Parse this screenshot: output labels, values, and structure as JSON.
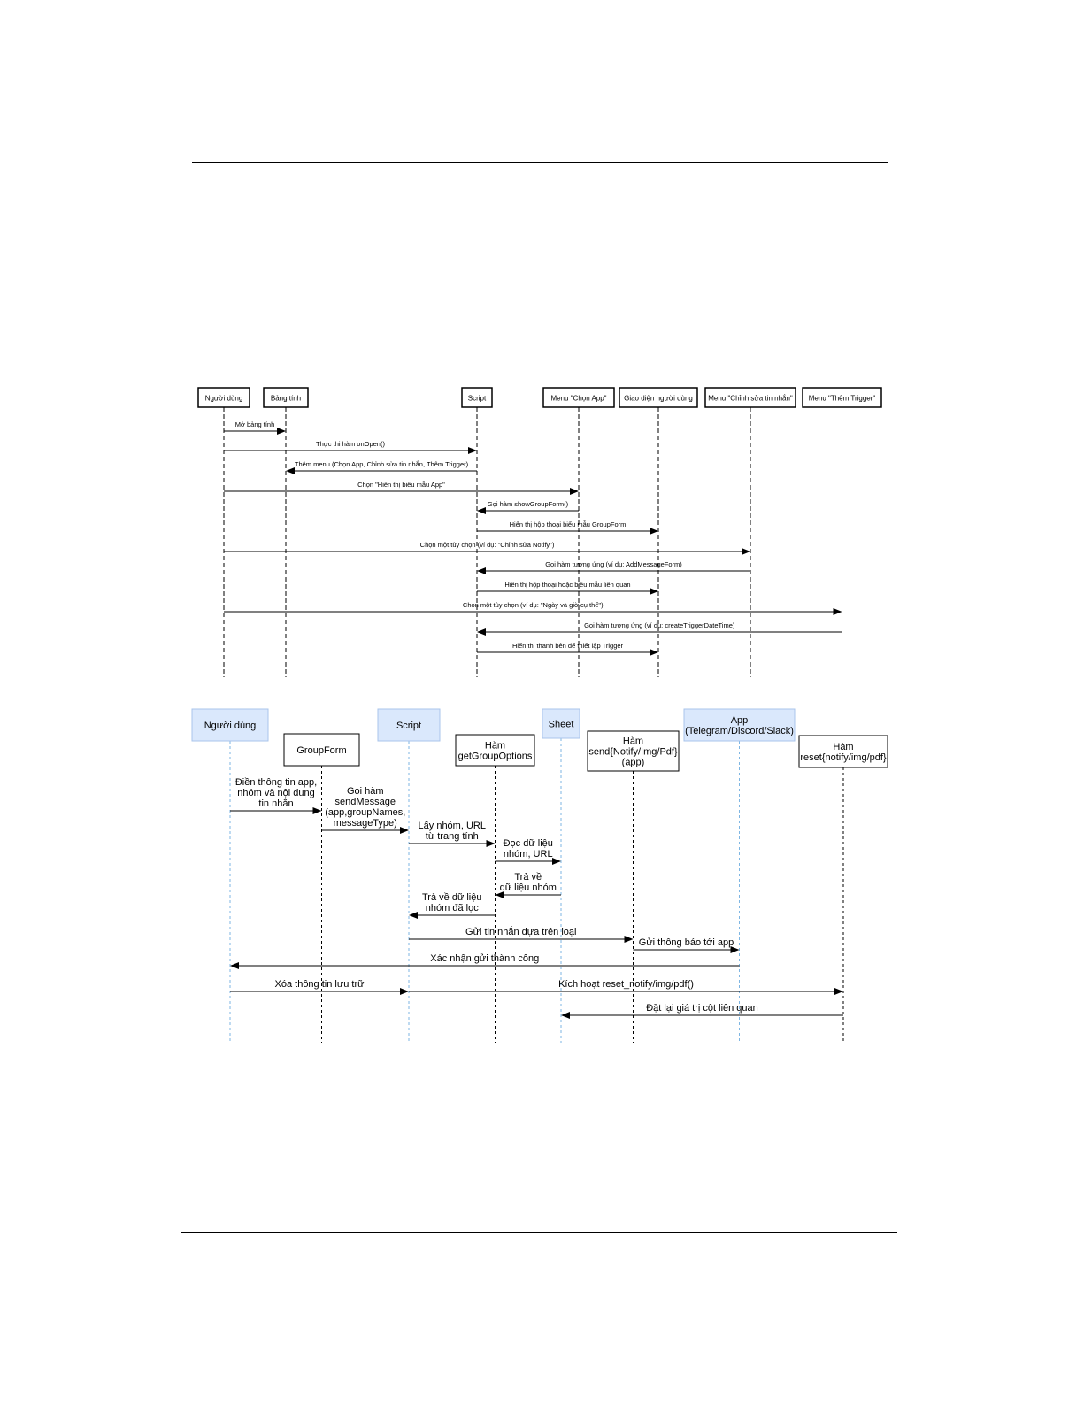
{
  "colors": {
    "actor_highlight": "#dae8fc",
    "actor_highlight_border": "#a9c4eb",
    "lifeline_highlight": "#7eb6e3",
    "line": "#000000"
  },
  "diagram1": {
    "participants": [
      {
        "id": "user",
        "label": "Người dùng"
      },
      {
        "id": "sheet",
        "label": "Bảng tính"
      },
      {
        "id": "script",
        "label": "Script"
      },
      {
        "id": "menu_app",
        "label": "Menu \"Chọn App\""
      },
      {
        "id": "ui",
        "label": "Giao diện người dùng"
      },
      {
        "id": "menu_edit",
        "label": "Menu \"Chỉnh sửa tin nhắn\""
      },
      {
        "id": "menu_trigger",
        "label": "Menu \"Thêm Trigger\""
      }
    ],
    "messages": [
      {
        "from": "user",
        "to": "sheet",
        "label": "Mở bảng tính"
      },
      {
        "from": "user",
        "to": "script",
        "label": "Thực thi hàm onOpen()"
      },
      {
        "from": "script",
        "to": "sheet",
        "label": "Thêm menu (Chọn App, Chỉnh sửa tin nhắn, Thêm Trigger)"
      },
      {
        "from": "user",
        "to": "menu_app",
        "label": "Chọn \"Hiển thị biểu mẫu App\""
      },
      {
        "from": "menu_app",
        "to": "script",
        "label": "Gọi hàm showGroupForm()"
      },
      {
        "from": "script",
        "to": "ui",
        "label": "Hiển thị hộp thoại biểu mẫu GroupForm"
      },
      {
        "from": "user",
        "to": "menu_edit",
        "label": "Chọn một tùy chọn (ví dụ: \"Chỉnh sửa Notify\")"
      },
      {
        "from": "menu_edit",
        "to": "script",
        "label": "Gọi hàm tương ứng (ví dụ: AddMessageForm)"
      },
      {
        "from": "script",
        "to": "ui",
        "label": "Hiển thị hộp thoại hoặc biểu mẫu liên quan"
      },
      {
        "from": "user",
        "to": "menu_trigger",
        "label": "Chọn một tùy chọn (ví dụ: \"Ngày và giờ cụ thể\")"
      },
      {
        "from": "menu_trigger",
        "to": "script",
        "label": "Gọi hàm tương ứng (ví dụ: createTriggerDateTime)"
      },
      {
        "from": "script",
        "to": "ui",
        "label": "Hiển thị thanh bên để thiết lập Trigger"
      }
    ]
  },
  "diagram2": {
    "participants": [
      {
        "id": "user",
        "lines": [
          "Người dùng"
        ],
        "highlight": true
      },
      {
        "id": "groupform",
        "lines": [
          "GroupForm"
        ],
        "highlight": false
      },
      {
        "id": "script",
        "lines": [
          "Script"
        ],
        "highlight": true
      },
      {
        "id": "getgroup",
        "lines": [
          "Hàm",
          "getGroupOptions"
        ],
        "highlight": false
      },
      {
        "id": "sheet",
        "lines": [
          "Sheet"
        ],
        "highlight": true
      },
      {
        "id": "send",
        "lines": [
          "Hàm",
          "send{Notify/Img/Pdf}",
          "(app)"
        ],
        "highlight": false
      },
      {
        "id": "app",
        "lines": [
          "App",
          "(Telegram/Discord/Slack)"
        ],
        "highlight": true
      },
      {
        "id": "reset",
        "lines": [
          "Hàm",
          "reset{notify/img/pdf}"
        ],
        "highlight": false
      }
    ],
    "messages": [
      {
        "from": "user",
        "to": "groupform",
        "lines": [
          "Điền thông tin app,",
          "nhóm và nội dung",
          "tin nhắn"
        ]
      },
      {
        "from": "groupform",
        "to": "script",
        "lines": [
          "Gọi hàm",
          "sendMessage",
          "(app,groupNames,",
          "messageType)"
        ]
      },
      {
        "from": "script",
        "to": "getgroup",
        "lines": [
          "Lấy nhóm, URL",
          "từ trang tính"
        ]
      },
      {
        "from": "getgroup",
        "to": "sheet",
        "lines": [
          "Đọc dữ liệu",
          "nhóm, URL"
        ]
      },
      {
        "from": "sheet",
        "to": "getgroup",
        "lines": [
          "Trả về",
          "dữ liệu nhóm"
        ]
      },
      {
        "from": "getgroup",
        "to": "script",
        "lines": [
          "Trả về dữ liệu",
          "nhóm đã lọc"
        ]
      },
      {
        "from": "script",
        "to": "send",
        "lines": [
          "Gửi tin nhắn dựa trên loại"
        ]
      },
      {
        "from": "send",
        "to": "app",
        "lines": [
          "Gửi thông báo tới app"
        ]
      },
      {
        "from": "app",
        "to": "user",
        "lines": [
          "Xác nhận gửi thành công"
        ]
      },
      {
        "from": "user",
        "to": "script",
        "lines": [
          "Xóa thông tin lưu trữ"
        ]
      },
      {
        "from": "script",
        "to": "reset",
        "lines": [
          "Kích hoạt reset_notify/img/pdf()"
        ]
      },
      {
        "from": "reset",
        "to": "sheet",
        "lines": [
          "Đặt lại giá trị cột liên quan"
        ]
      }
    ]
  }
}
